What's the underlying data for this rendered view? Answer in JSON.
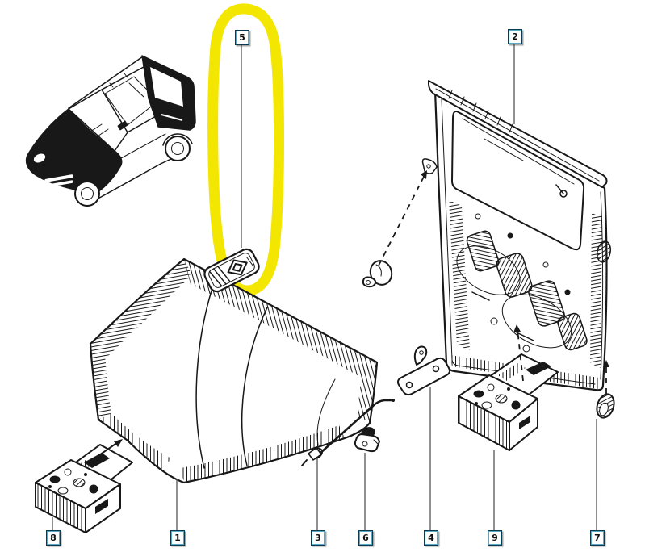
{
  "diagram": {
    "colors": {
      "paper": "#ffffff",
      "ink": "#181818",
      "leader": "#555555",
      "highlight": "#f3e600",
      "accent": "#58a8c9"
    },
    "callouts": [
      {
        "id": "5",
        "label": "5"
      },
      {
        "id": "2",
        "label": "2"
      },
      {
        "id": "8",
        "label": "8"
      },
      {
        "id": "1",
        "label": "1"
      },
      {
        "id": "3",
        "label": "3"
      },
      {
        "id": "6",
        "label": "6"
      },
      {
        "id": "4",
        "label": "4"
      },
      {
        "id": "9",
        "label": "9"
      },
      {
        "id": "7",
        "label": "7"
      }
    ]
  }
}
